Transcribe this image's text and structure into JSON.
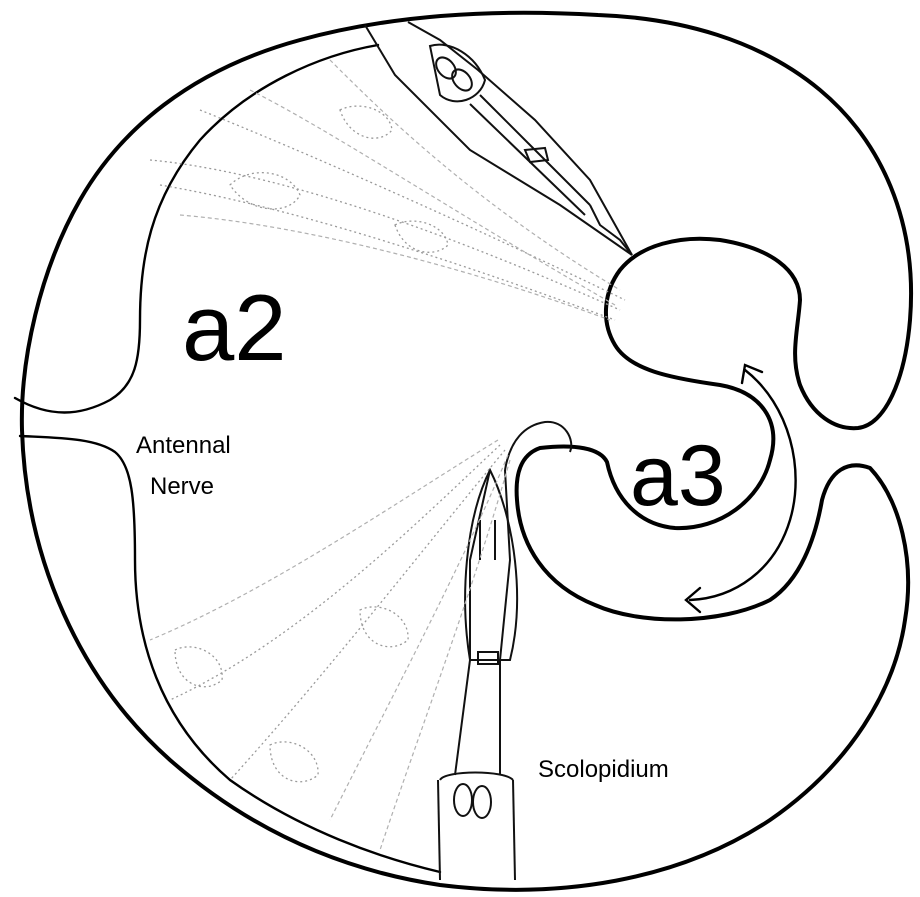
{
  "labels": {
    "a2": "a2",
    "a3": "a3",
    "antennal_nerve_line1": "Antennal",
    "antennal_nerve_line2": "Nerve",
    "scolopidium": "Scolopidium"
  },
  "colors": {
    "outline": "#000000",
    "faint_cells": "#9a9a9a",
    "background": "#ffffff"
  }
}
